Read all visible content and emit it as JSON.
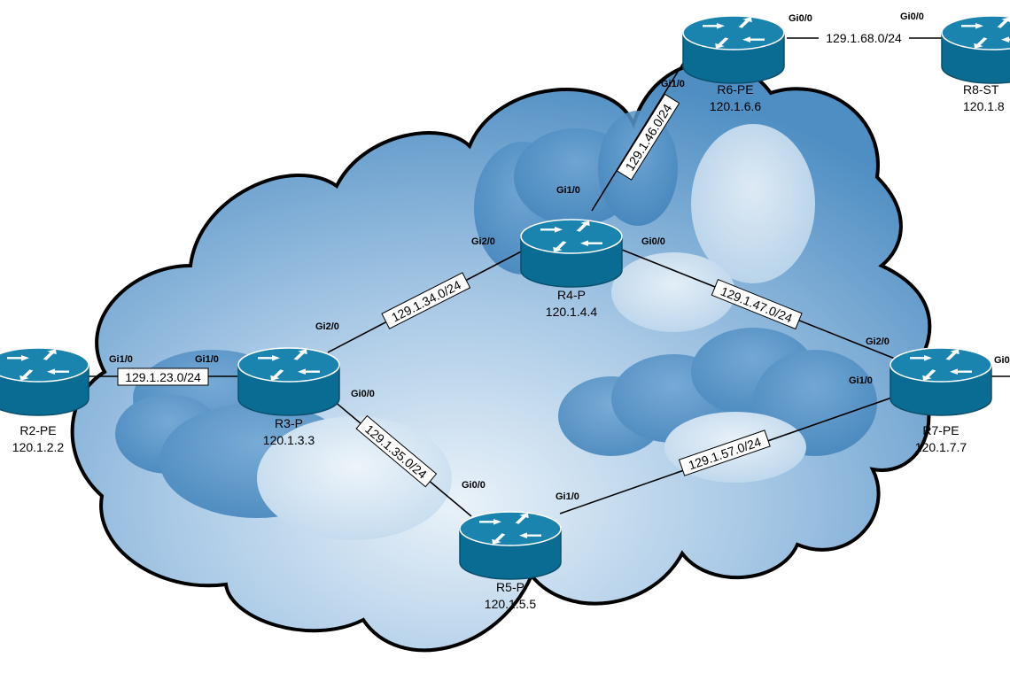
{
  "colors": {
    "router_top": "#1b84ae",
    "router_body": "#0b6c93",
    "router_edge": "#0a4f6c",
    "link": "#000000",
    "cloud_light": "#e8f1f8",
    "cloud_dark": "#4f8ec3"
  },
  "routers": [
    {
      "id": "r2",
      "name": "R2-PE",
      "address": "120.1.2.2"
    },
    {
      "id": "r3",
      "name": "R3-P",
      "address": "120.1.3.3"
    },
    {
      "id": "r4",
      "name": "R4-P",
      "address": "120.1.4.4"
    },
    {
      "id": "r5",
      "name": "R5-P",
      "address": "120.1.5.5"
    },
    {
      "id": "r6",
      "name": "R6-PE",
      "address": "120.1.6.6"
    },
    {
      "id": "r7",
      "name": "R7-PE",
      "address": "120.1.7.7"
    },
    {
      "id": "r8",
      "name": "R8-ST",
      "address": "120.1.8"
    }
  ],
  "links": [
    {
      "id": "l23",
      "subnet": "129.1.23.0/24",
      "from": "r2",
      "to": "r3",
      "if_a": "Gi1/0",
      "if_b": "Gi1/0"
    },
    {
      "id": "l34",
      "subnet": "129.1.34.0/24",
      "from": "r3",
      "to": "r4",
      "if_a": "Gi2/0",
      "if_b": "Gi2/0"
    },
    {
      "id": "l35",
      "subnet": "129.1.35.0/24",
      "from": "r3",
      "to": "r5",
      "if_a": "Gi0/0",
      "if_b": "Gi0/0"
    },
    {
      "id": "l46",
      "subnet": "129.1.46.0/24",
      "from": "r4",
      "to": "r6",
      "if_a": "Gi1/0",
      "if_b": "Gi1/0"
    },
    {
      "id": "l47",
      "subnet": "129.1.47.0/24",
      "from": "r4",
      "to": "r7",
      "if_a": "Gi0/0",
      "if_b": "Gi2/0"
    },
    {
      "id": "l57",
      "subnet": "129.1.57.0/24",
      "from": "r5",
      "to": "r7",
      "if_a": "Gi1/0",
      "if_b": "Gi1/0"
    },
    {
      "id": "l68",
      "subnet": "129.1.68.0/24",
      "from": "r6",
      "to": "r8",
      "if_a": "Gi0/0",
      "if_b": "Gi0/0"
    }
  ],
  "edge_interface": "Gi0"
}
